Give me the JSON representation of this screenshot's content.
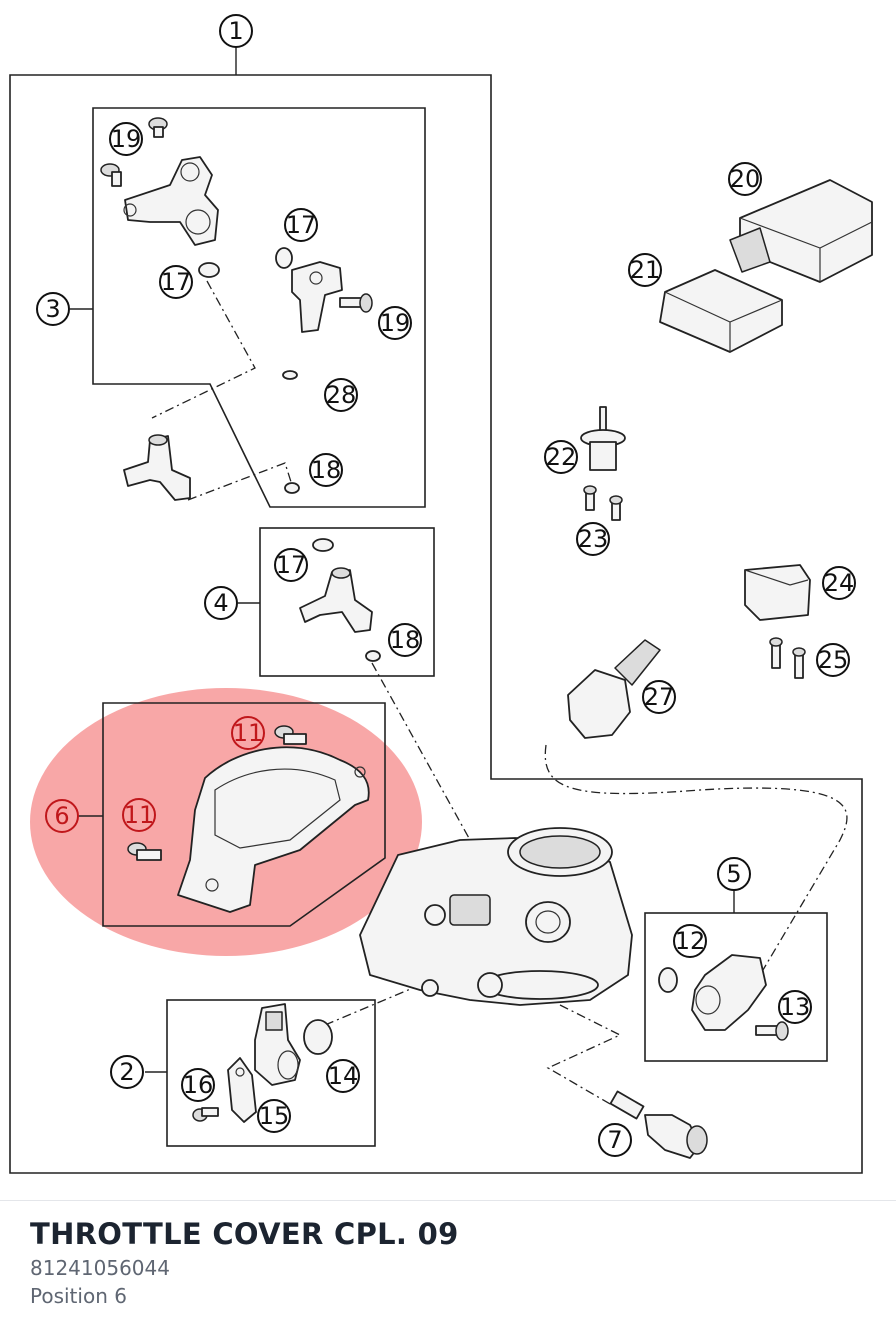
{
  "diagram": {
    "callouts": [
      {
        "id": "c1",
        "label": "1"
      },
      {
        "id": "c2",
        "label": "2"
      },
      {
        "id": "c3",
        "label": "3"
      },
      {
        "id": "c4",
        "label": "4"
      },
      {
        "id": "c5",
        "label": "5"
      },
      {
        "id": "c6",
        "label": "6",
        "highlighted": true
      },
      {
        "id": "c7",
        "label": "7"
      },
      {
        "id": "c11a",
        "label": "11"
      },
      {
        "id": "c11b",
        "label": "11"
      },
      {
        "id": "c12",
        "label": "12"
      },
      {
        "id": "c13",
        "label": "13"
      },
      {
        "id": "c14",
        "label": "14"
      },
      {
        "id": "c15",
        "label": "15"
      },
      {
        "id": "c16",
        "label": "16"
      },
      {
        "id": "c17a",
        "label": "17"
      },
      {
        "id": "c17b",
        "label": "17"
      },
      {
        "id": "c17c",
        "label": "17"
      },
      {
        "id": "c18a",
        "label": "18"
      },
      {
        "id": "c18b",
        "label": "18"
      },
      {
        "id": "c19a",
        "label": "19"
      },
      {
        "id": "c19b",
        "label": "19"
      },
      {
        "id": "c20",
        "label": "20"
      },
      {
        "id": "c21",
        "label": "21"
      },
      {
        "id": "c22",
        "label": "22"
      },
      {
        "id": "c23",
        "label": "23"
      },
      {
        "id": "c24",
        "label": "24"
      },
      {
        "id": "c25",
        "label": "25"
      },
      {
        "id": "c27",
        "label": "27"
      },
      {
        "id": "c28",
        "label": "28"
      }
    ],
    "highlight_color": "#f58a8a",
    "highlight_label_color": "#c0171b"
  },
  "part": {
    "name": "THROTTLE COVER CPL. 09",
    "number": "81241056044",
    "position": "Position 6"
  }
}
